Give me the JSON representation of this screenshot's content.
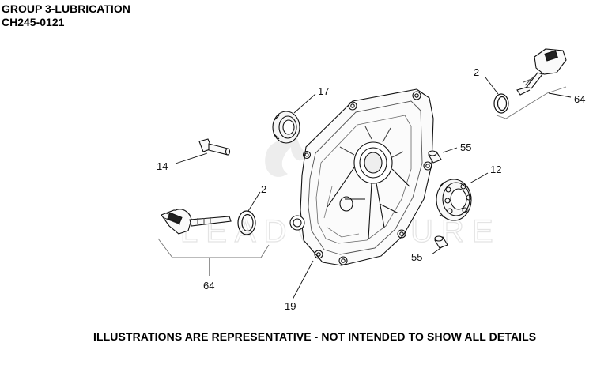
{
  "header": {
    "group": "GROUP 3-LUBRICATION",
    "code": "CH245-0121"
  },
  "footer": {
    "note": "ILLUSTRATIONS ARE REPRESENTATIVE - NOT INTENDED TO SHOW ALL DETAILS"
  },
  "watermark": {
    "text": "LEADVENTURE"
  },
  "callouts": {
    "c17": "17",
    "c2_top": "2",
    "c64_top": "64",
    "c14": "14",
    "c2_left": "2",
    "c55_top": "55",
    "c12": "12",
    "c55_bottom": "55",
    "c64_bottom": "64",
    "c19": "19"
  }
}
